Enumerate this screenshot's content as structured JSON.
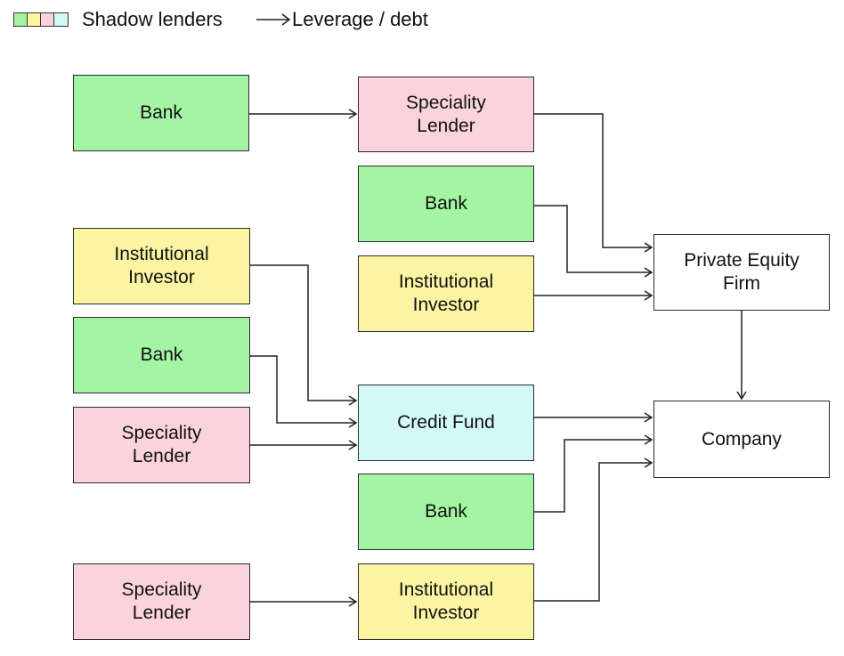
{
  "legend": {
    "shadow_label": "Shadow lenders",
    "arrow_label": "Leverage / debt",
    "swatch_colors": [
      "#a3f5a3",
      "#fbf5a3",
      "#fbd3dc",
      "#d2f8f8"
    ]
  },
  "colors": {
    "bank": "#a3f5a3",
    "institutional": "#fbf5a3",
    "speciality": "#fbd3dc",
    "credit_fund": "#d2f8f8",
    "firm": "#ffffff",
    "line": "#222222"
  },
  "nodes": {
    "n1": {
      "label": "Bank",
      "kind": "bank"
    },
    "n2": {
      "label": "Speciality\nLender",
      "kind": "speciality"
    },
    "n3": {
      "label": "Bank",
      "kind": "bank"
    },
    "n4": {
      "label": "Institutional\nInvestor",
      "kind": "institutional"
    },
    "n5": {
      "label": "Private Equity\nFirm",
      "kind": "firm"
    },
    "n6": {
      "label": "Institutional\nInvestor",
      "kind": "institutional"
    },
    "n7": {
      "label": "Bank",
      "kind": "bank"
    },
    "n8": {
      "label": "Speciality\nLender",
      "kind": "speciality"
    },
    "n9": {
      "label": "Credit Fund",
      "kind": "credit_fund"
    },
    "n10": {
      "label": "Company",
      "kind": "firm"
    },
    "n11": {
      "label": "Bank",
      "kind": "bank"
    },
    "n12": {
      "label": "Speciality\nLender",
      "kind": "speciality"
    },
    "n13": {
      "label": "Institutional\nInvestor",
      "kind": "institutional"
    }
  },
  "edges": [
    {
      "from": "n1",
      "to": "n2"
    },
    {
      "from": "n2",
      "to": "n5"
    },
    {
      "from": "n3",
      "to": "n5"
    },
    {
      "from": "n4",
      "to": "n5"
    },
    {
      "from": "n5",
      "to": "n10"
    },
    {
      "from": "n6",
      "to": "n9"
    },
    {
      "from": "n7",
      "to": "n9"
    },
    {
      "from": "n8",
      "to": "n9"
    },
    {
      "from": "n9",
      "to": "n10"
    },
    {
      "from": "n11",
      "to": "n10"
    },
    {
      "from": "n12",
      "to": "n13"
    },
    {
      "from": "n13",
      "to": "n10"
    }
  ]
}
